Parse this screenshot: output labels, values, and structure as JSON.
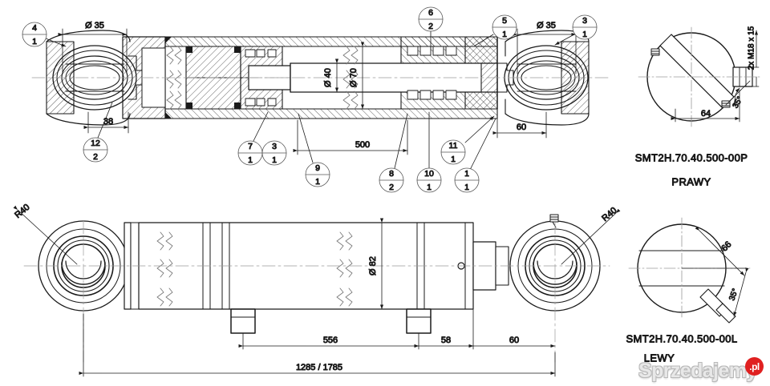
{
  "drawing": {
    "title": "Hydraulic cylinder assembly drawing",
    "views": {
      "top_section": "sectional assembly view",
      "bottom_outline": "outline elevation view",
      "right_top_end": "end view right-hand version",
      "right_bottom_end": "end view left-hand version"
    }
  },
  "top_view": {
    "dimensions": {
      "bore_eye_left": "Ø 35",
      "rod_diameter": "Ø 40",
      "piston_diameter": "Ø 70",
      "eye_offset_left": "38",
      "stroke": "500",
      "eye_offset_right": "60",
      "bore_eye_right": "Ø 35"
    },
    "balloons": [
      {
        "item": "4",
        "qty": "1"
      },
      {
        "item": "12",
        "qty": "2"
      },
      {
        "item": "7",
        "qty": "1"
      },
      {
        "item": "3",
        "qty": "1"
      },
      {
        "item": "9",
        "qty": "1"
      },
      {
        "item": "8",
        "qty": "2"
      },
      {
        "item": "10",
        "qty": "1"
      },
      {
        "item": "11",
        "qty": "1"
      },
      {
        "item": "1",
        "qty": "1"
      },
      {
        "item": "6",
        "qty": "2"
      },
      {
        "item": "5",
        "qty": "1"
      },
      {
        "item": "3",
        "qty": "1"
      }
    ]
  },
  "bottom_view": {
    "dimensions": {
      "radius_left": "R40",
      "radius_right": "R40",
      "tube_diameter": "Ø 82",
      "port_spacing": "556",
      "port_to_gland": "58",
      "gland_to_eye": "60",
      "overall_length": "1285  / 1785"
    }
  },
  "end_view_top": {
    "thread_note": "2x M18 x 15",
    "angle": "35°",
    "width": "64",
    "part_number": "SMT2H.70.40.500-00P",
    "hand": "PRAWY"
  },
  "end_view_bottom": {
    "length": "66",
    "angle": "35°",
    "part_number": "SMT2H.70.40.500-00L",
    "hand": "LEWY"
  },
  "watermark": {
    "text": "Sprzedajemy",
    "badge": ".pl",
    "badge_color": "#e02020"
  }
}
